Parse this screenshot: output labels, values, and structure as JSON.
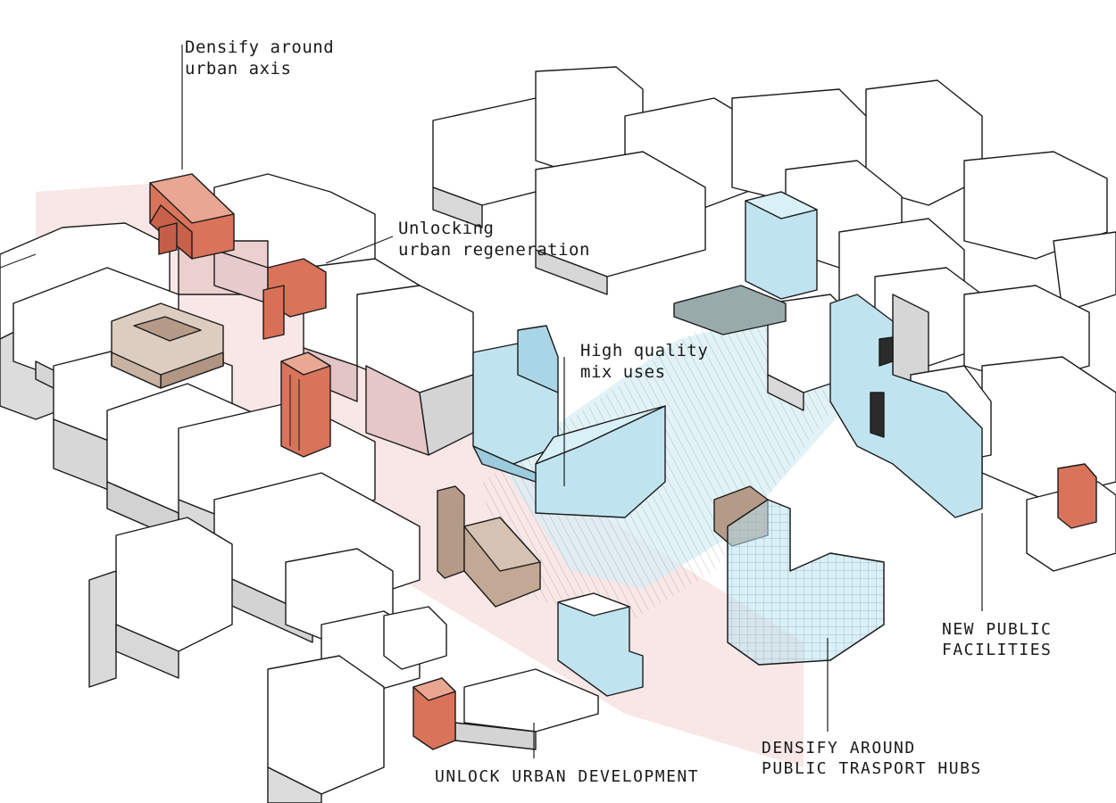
{
  "annotations": {
    "axis": {
      "line1": "Densify around",
      "line2": "urban axis"
    },
    "regeneration": {
      "line1": "Unlocking",
      "line2": "urban regeneration"
    },
    "mixuse": {
      "line1": "High quality",
      "line2": "mix uses"
    },
    "facilities": {
      "line1": "NEW PUBLIC",
      "line2": "FACILITIES"
    },
    "transport": {
      "line1": "DENSIFY AROUND",
      "line2": "PUBLIC TRASPORT HUBS"
    },
    "development": {
      "line1": "UNLOCK URBAN DEVELOPMENT"
    }
  },
  "colors": {
    "existing": "#ffffff",
    "shadow": "#d9d9d9",
    "new_red": "#d9735a",
    "new_red_light": "#e8c4c0",
    "new_blue": "#bfe4ef",
    "heritage": "#b59a88",
    "axis_tint": "#f7dcdc",
    "plaza_tint": "#d6eef5"
  }
}
